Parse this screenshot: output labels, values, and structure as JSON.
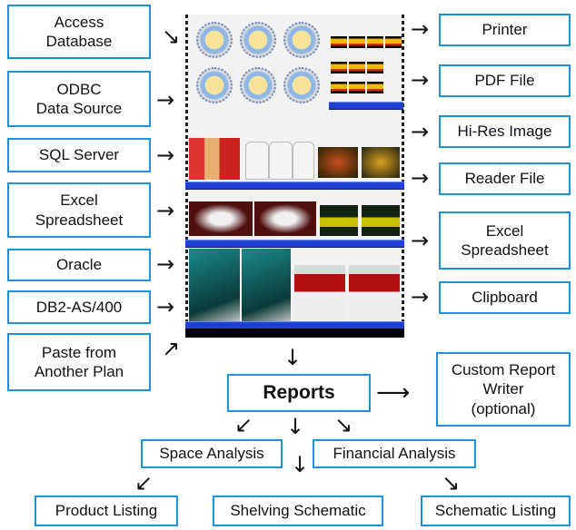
{
  "sources": {
    "access": "Access\nDatabase",
    "odbc": "ODBC\nData Source",
    "sql_server": "SQL Server",
    "excel": "Excel\nSpreadsheet",
    "oracle": "Oracle",
    "db2": "DB2-AS/400",
    "paste": "Paste from\nAnother Plan"
  },
  "outputs": {
    "printer": "Printer",
    "pdf": "PDF File",
    "hires": "Hi-Res Image",
    "reader": "Reader File",
    "excel": "Excel\nSpreadsheet",
    "clipboard": "Clipboard"
  },
  "reports": {
    "title": "Reports",
    "custom_writer": "Custom Report\nWriter\n(optional)",
    "space_analysis": "Space Analysis",
    "financial_analysis": "Financial Analysis",
    "product_listing": "Product Listing",
    "shelving_schematic": "Shelving Schematic",
    "schematic_listing": "Schematic Listing"
  },
  "colors": {
    "box_border": "#1e90e0",
    "shelf": "#1f3fd0"
  }
}
